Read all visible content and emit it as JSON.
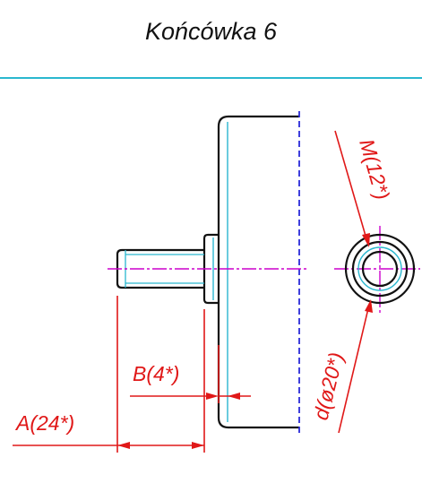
{
  "title": "Końcówka 6",
  "dimensions": {
    "A": "A(24*)",
    "B": "B(4*)",
    "d": "d(ø20*)",
    "M": "M(12*)"
  },
  "colors": {
    "outline": "#111111",
    "dimension": "#e01818",
    "centerline": "#cc00cc",
    "hidden": "#2a2ad8",
    "accent": "#2ab7cf"
  }
}
